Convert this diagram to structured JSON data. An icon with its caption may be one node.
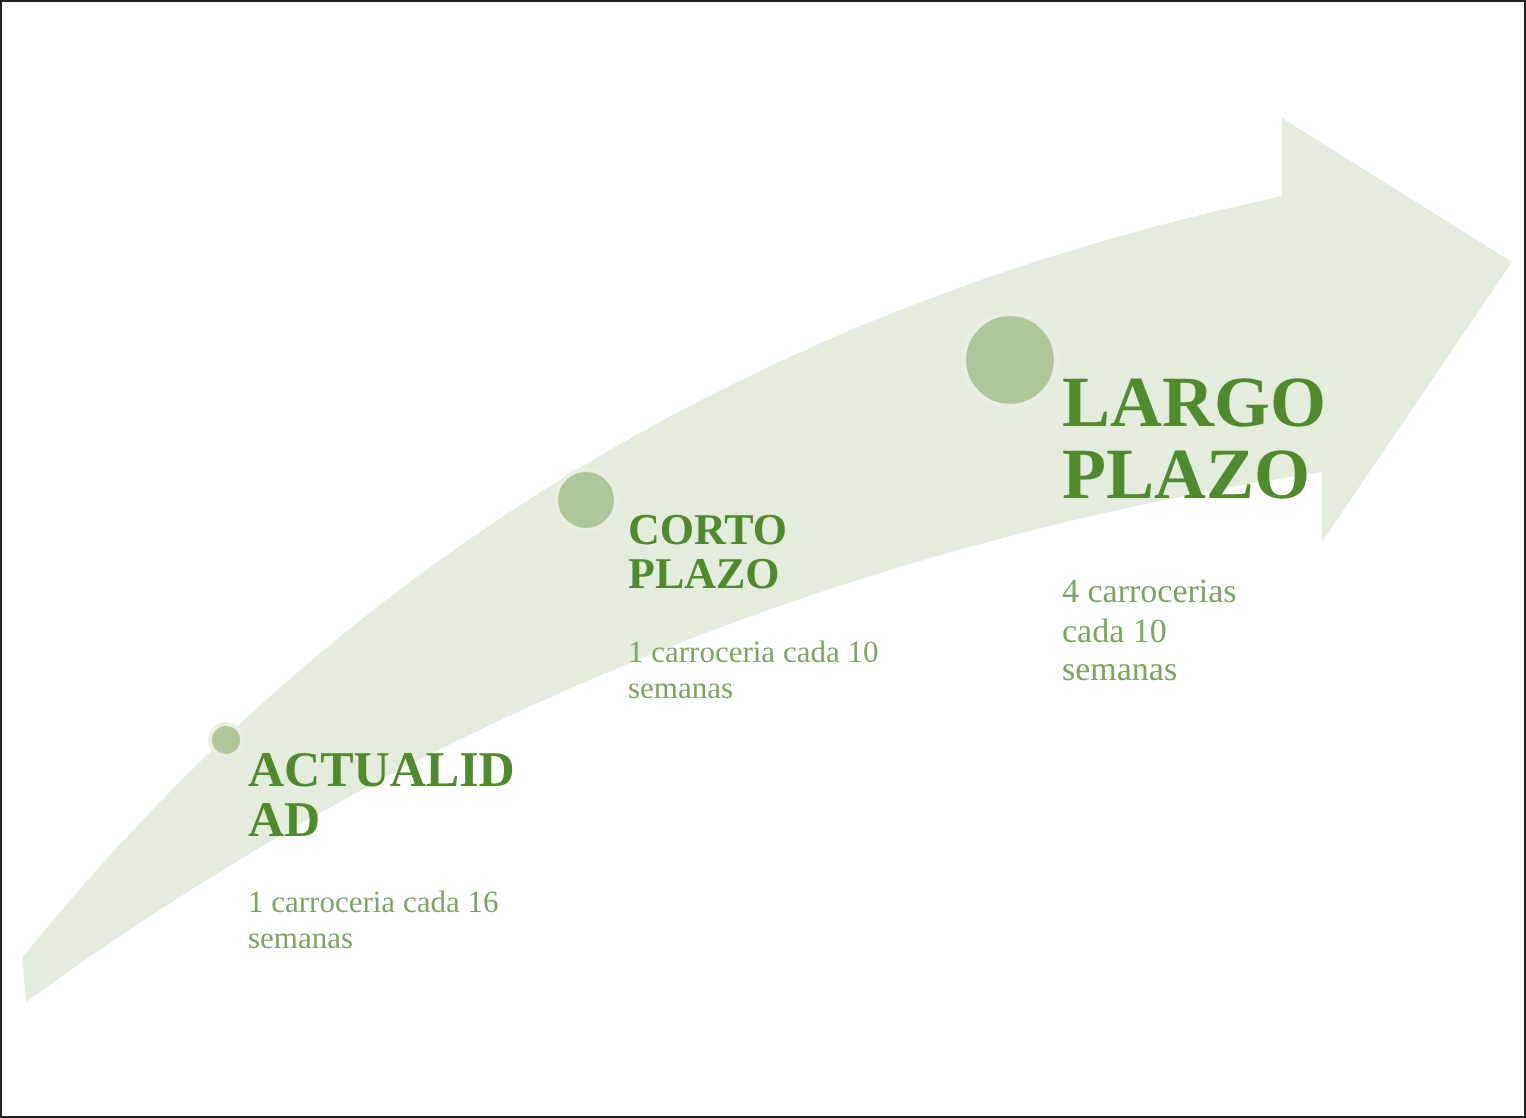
{
  "diagram": {
    "nodes": [
      {
        "text": [
          "ACTUALIDAD",
          "1 carroceria cada 16 semanas"
        ]
      },
      {
        "text": [
          "CORTO PLAZO",
          "1 carroceria cada 10 semanas"
        ]
      },
      {
        "text": [
          "LARGO PLAZO",
          "4 carrocerias cada 10 semanas"
        ]
      }
    ]
  }
}
